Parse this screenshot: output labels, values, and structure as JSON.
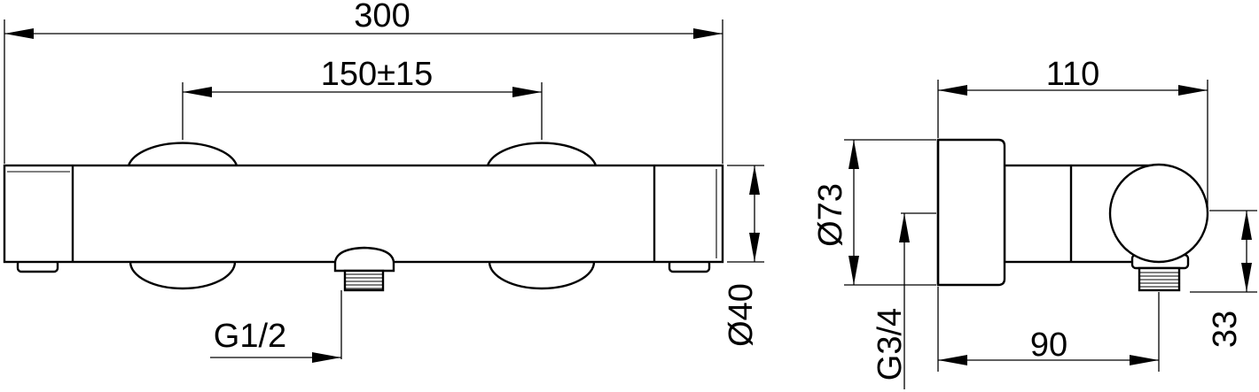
{
  "front_view": {
    "overall_length": "300",
    "inlet_spacing": "150±15",
    "body_diameter": "Ø40",
    "outlet_thread": "G1/2"
  },
  "side_view": {
    "overall_depth": "110",
    "wall_disc_diameter": "Ø73",
    "outlet_thread": "G3/4",
    "outlet_offset": "90",
    "outlet_height": "33"
  }
}
